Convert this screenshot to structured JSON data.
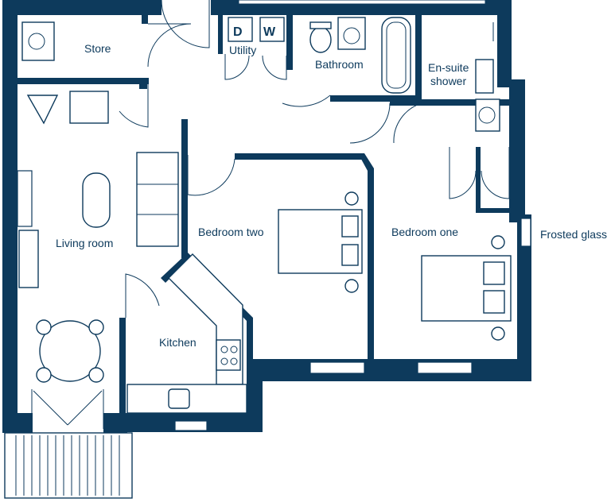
{
  "rooms": {
    "store": "Store",
    "utility": "Utility",
    "bathroom": "Bathroom",
    "ensuite_line1": "En-suite",
    "ensuite_line2": "shower",
    "living_room": "Living room",
    "bedroom_two": "Bedroom two",
    "bedroom_one": "Bedroom one",
    "kitchen": "Kitchen",
    "frosted_glass": "Frosted glass"
  },
  "appliances": {
    "dryer": "D",
    "washer": "W"
  },
  "colors": {
    "wall": "#0d3a5c",
    "background": "#ffffff"
  }
}
